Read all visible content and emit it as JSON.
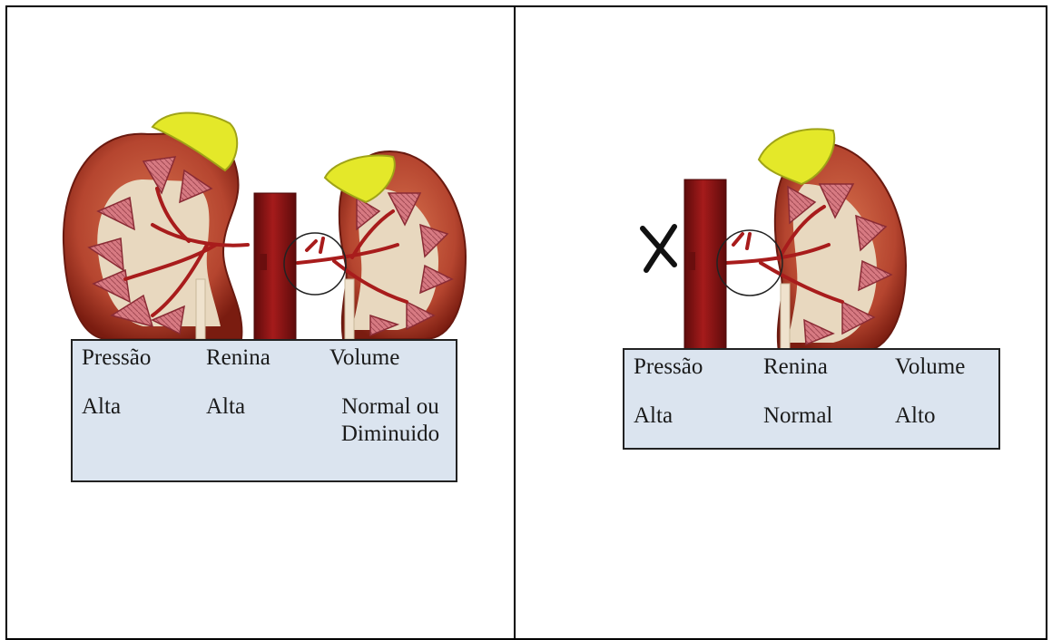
{
  "left_panel": {
    "table": {
      "headers": [
        "Pressão",
        "Renina",
        "Volume"
      ],
      "values": [
        "Alta",
        "Alta",
        "Normal ou Diminuido"
      ]
    }
  },
  "right_panel": {
    "table": {
      "headers": [
        "Pressão",
        "Renina",
        "Volume"
      ],
      "values": [
        "Alta",
        "Normal",
        "Alto"
      ]
    }
  },
  "colors": {
    "cortex": "#b5452f",
    "cortex_dark": "#7a1c10",
    "adrenal": "#e4e829",
    "aorta": "#8b1414",
    "artery": "#a81c1c",
    "pelvis": "#f3ead6",
    "pyramid": "#d77a82",
    "table_bg": "#dbe4ef",
    "ureter": "#efe2cd"
  },
  "icons": [
    "kidney-illustration",
    "adrenal-gland",
    "aorta",
    "renal-artery",
    "stenosis-circle",
    "x-mark-icon"
  ]
}
